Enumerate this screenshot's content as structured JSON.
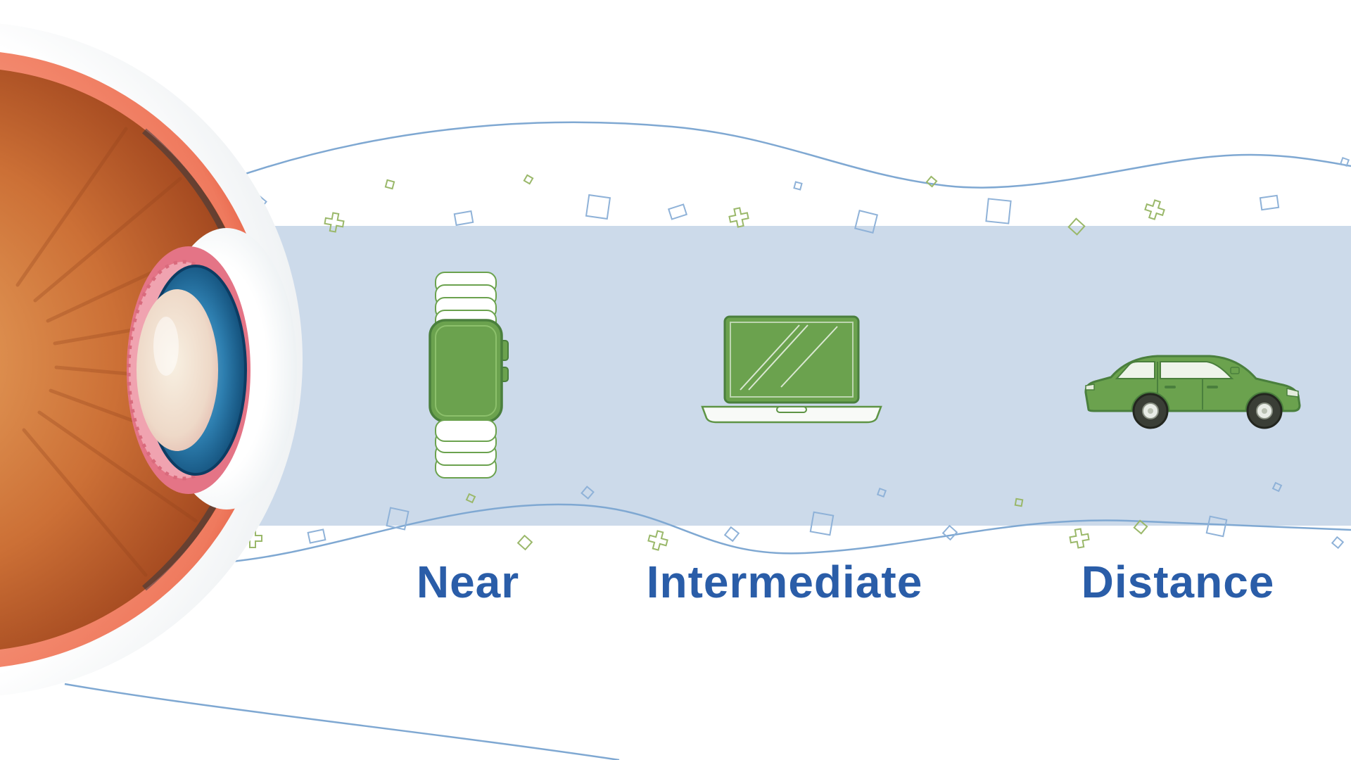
{
  "diagram": {
    "name": "Vision range diagram (eye cross-section with focus distances)",
    "zones": [
      {
        "id": "near",
        "label": "Near",
        "icon": "smartwatch-icon"
      },
      {
        "id": "intermediate",
        "label": "Intermediate",
        "icon": "laptop-icon"
      },
      {
        "id": "distance",
        "label": "Distance",
        "icon": "car-icon"
      }
    ],
    "colors": {
      "band": "#ccdaea",
      "label_text": "#2a5da8",
      "icon_green": "#6ba24e",
      "icon_green_dark": "#4a7f3d",
      "wave_blue": "#7fa8d2",
      "scatter_blue": "#8fb2d8",
      "scatter_green": "#9ab86a",
      "eye_coral": "#ef7a5e",
      "eye_interior_brown": "#c06a33",
      "iris_blue": "#2e7fb0"
    }
  }
}
